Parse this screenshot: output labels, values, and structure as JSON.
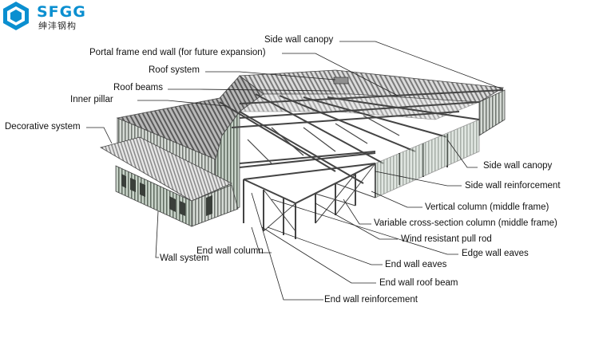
{
  "logo": {
    "name": "SFGG",
    "subtitle": "绅沣钢构",
    "colors": {
      "blue": "#0b8fd0",
      "dark": "#2b2b2b"
    }
  },
  "labels": {
    "side_wall_canopy_top": "Side wall canopy",
    "portal_frame_end_wall": "Portal frame end wall (for future expansion)",
    "roof_system": "Roof system",
    "roof_beams": "Roof beams",
    "inner_pillar": "Inner pillar",
    "decorative_system": "Decorative system",
    "side_wall_canopy_right": "Side wall canopy",
    "side_wall_reinforcement": "Side wall reinforcement",
    "vertical_column": "Vertical column (middle frame)",
    "variable_column": "Variable cross-section column (middle frame)",
    "wind_pull_rod": "Wind resistant pull rod",
    "edge_wall_eaves": "Edge wall eaves",
    "end_wall_eaves": "End wall eaves",
    "end_wall_column": "End wall column",
    "wall_system": "Wall system",
    "end_wall_roof_beam": "End wall roof beam",
    "end_wall_reinforcement": "End wall reinforcement"
  }
}
